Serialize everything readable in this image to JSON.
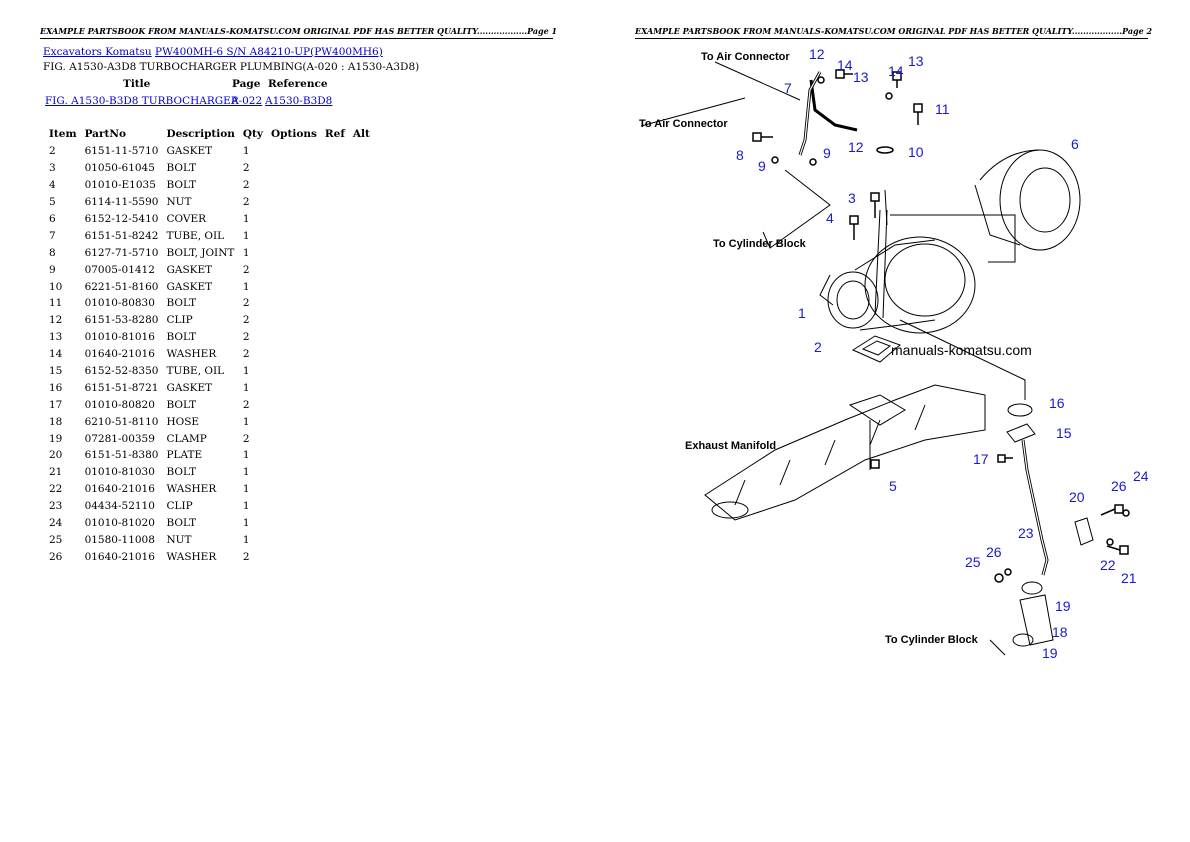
{
  "header_text": "EXAMPLE PARTSBOOK FROM MANUALS-KOMATSU.COM ORIGINAL PDF HAS BETTER QUALITY..................Page 1",
  "header_text_2": "EXAMPLE PARTSBOOK FROM MANUALS-KOMATSU.COM ORIGINAL PDF HAS BETTER QUALITY..................Page 2",
  "breadcrumb": {
    "link1": "Excavators Komatsu",
    "link2": "PW400MH-6 S/N A84210-UP(PW400MH6)"
  },
  "fig_title": "FIG. A1530-A3D8 TURBOCHARGER PLUMBING(A-020 : A1530-A3D8)",
  "ref_table": {
    "headers": {
      "title": "Title",
      "page": "Page",
      "reference": "Reference"
    },
    "row": {
      "title": "FIG. A1530-B3D8 TURBOCHARGER",
      "page": "A-022",
      "reference": "A1530-B3D8"
    }
  },
  "parts_headers": [
    "Item",
    "PartNo",
    "Description",
    "Qty",
    "Options",
    "Ref",
    "Alt"
  ],
  "parts": [
    [
      "2",
      "6151-11-5710",
      "GASKET",
      "1"
    ],
    [
      "3",
      "01050-61045",
      "BOLT",
      "2"
    ],
    [
      "4",
      "01010-E1035",
      "BOLT",
      "2"
    ],
    [
      "5",
      "6114-11-5590",
      "NUT",
      "2"
    ],
    [
      "6",
      "6152-12-5410",
      "COVER",
      "1"
    ],
    [
      "7",
      "6151-51-8242",
      "TUBE, OIL",
      "1"
    ],
    [
      "8",
      "6127-71-5710",
      "BOLT, JOINT",
      "1"
    ],
    [
      "9",
      "07005-01412",
      "GASKET",
      "2"
    ],
    [
      "10",
      "6221-51-8160",
      "GASKET",
      "1"
    ],
    [
      "11",
      "01010-80830",
      "BOLT",
      "2"
    ],
    [
      "12",
      "6151-53-8280",
      "CLIP",
      "2"
    ],
    [
      "13",
      "01010-81016",
      "BOLT",
      "2"
    ],
    [
      "14",
      "01640-21016",
      "WASHER",
      "2"
    ],
    [
      "15",
      "6152-52-8350",
      "TUBE, OIL",
      "1"
    ],
    [
      "16",
      "6151-51-8721",
      "GASKET",
      "1"
    ],
    [
      "17",
      "01010-80820",
      "BOLT",
      "2"
    ],
    [
      "18",
      "6210-51-8110",
      "HOSE",
      "1"
    ],
    [
      "19",
      "07281-00359",
      "CLAMP",
      "2"
    ],
    [
      "20",
      "6151-51-8380",
      "PLATE",
      "1"
    ],
    [
      "21",
      "01010-81030",
      "BOLT",
      "1"
    ],
    [
      "22",
      "01640-21016",
      "WASHER",
      "1"
    ],
    [
      "23",
      "04434-52110",
      "CLIP",
      "1"
    ],
    [
      "24",
      "01010-81020",
      "BOLT",
      "1"
    ],
    [
      "25",
      "01580-11008",
      "NUT",
      "1"
    ],
    [
      "26",
      "01640-21016",
      "WASHER",
      "2"
    ]
  ],
  "diagram": {
    "labels": {
      "air1": "To Air Connector",
      "air2": "To Air Connector",
      "cyl1": "To Cylinder Block",
      "cyl2": "To Cylinder Block",
      "exhaust": "Exhaust Manifold",
      "watermark": "manuals-komatsu.com"
    },
    "callouts": [
      "12",
      "14",
      "13",
      "14",
      "13",
      "7",
      "11",
      "8",
      "9",
      "9",
      "12",
      "10",
      "6",
      "3",
      "4",
      "1",
      "2",
      "16",
      "15",
      "17",
      "5",
      "20",
      "26",
      "24",
      "23",
      "26",
      "25",
      "22",
      "21",
      "19",
      "18",
      "19"
    ]
  }
}
